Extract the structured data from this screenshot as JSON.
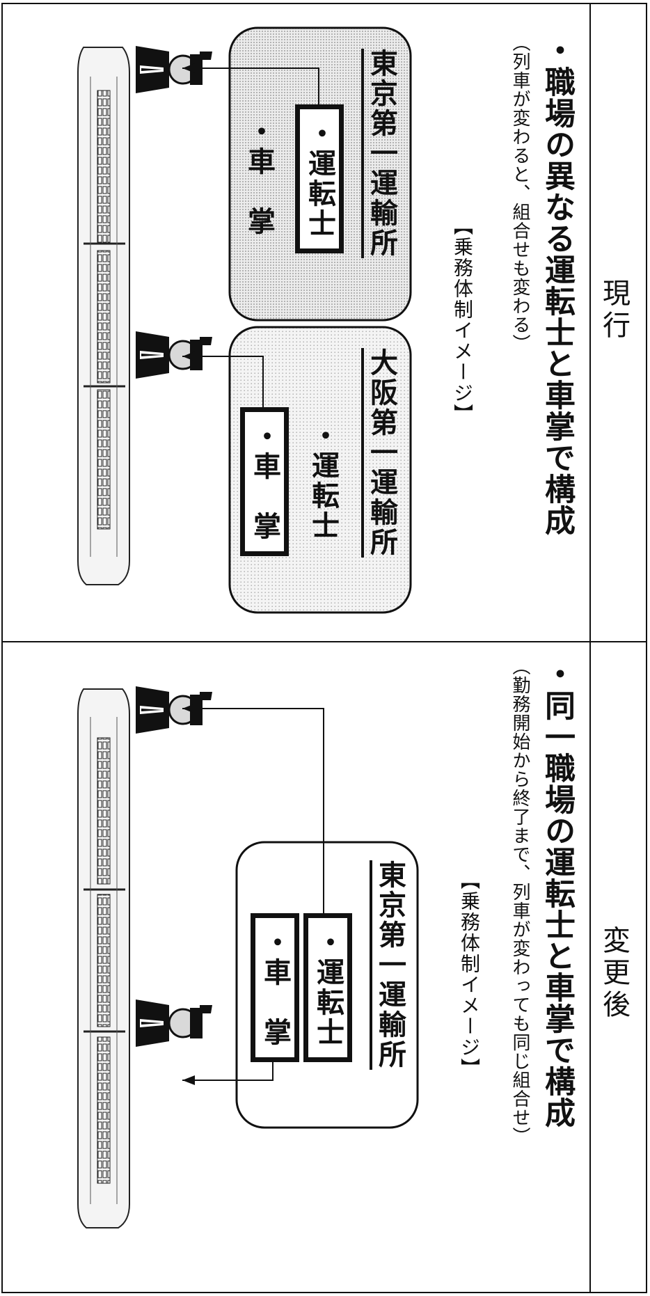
{
  "sections": [
    {
      "title": "現行",
      "heading": "・職場の異なる運転士と車掌で構成",
      "subtext": "（列車が変わると、組合せも変わる）",
      "image_label": "【乗務体制イメージ】",
      "offices": [
        {
          "name": "東京第一運輸所",
          "driver": "・運転士",
          "conductor": "・車　掌",
          "boxed": "driver"
        },
        {
          "name": "大阪第一運輸所",
          "driver": "・運転士",
          "conductor": "・車　掌",
          "boxed": "conductor"
        }
      ]
    },
    {
      "title": "変更後",
      "heading": "・同一職場の運転士と車掌で構成",
      "subtext": "（勤務開始から終了まで、列車が変わっても同じ組合せ）",
      "image_label": "【乗務体制イメージ】",
      "offices": [
        {
          "name": "東京第一運輸所",
          "driver": "・運転士",
          "conductor": "・車　掌",
          "boxed": "both"
        }
      ]
    }
  ]
}
